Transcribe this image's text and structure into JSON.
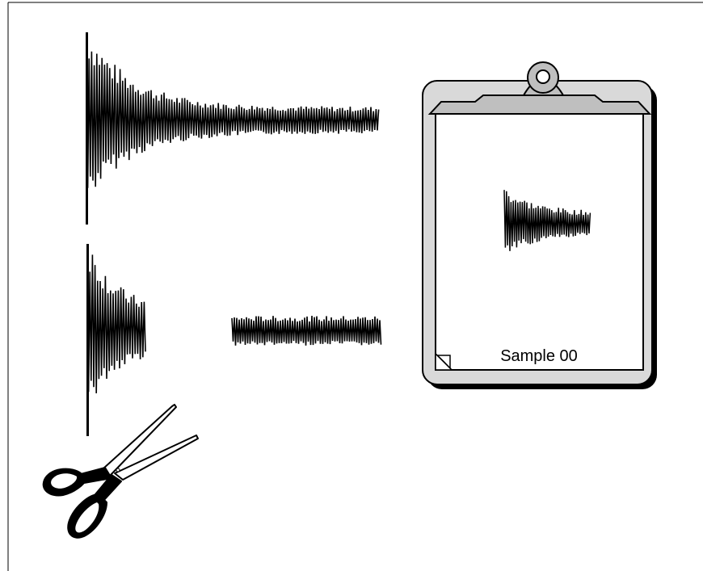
{
  "clipboard": {
    "sample_label": "Sample 00"
  },
  "colors": {
    "ink": "#000000",
    "paper": "#ffffff",
    "clipboard_fill": "#d9d9d9",
    "clip_metal": "#bfbfbf"
  },
  "icons": [
    "waveform-full",
    "waveform-cut-attack",
    "waveform-cut-sustain",
    "clipboard-icon",
    "scissors-icon",
    "page-corner-icon"
  ]
}
